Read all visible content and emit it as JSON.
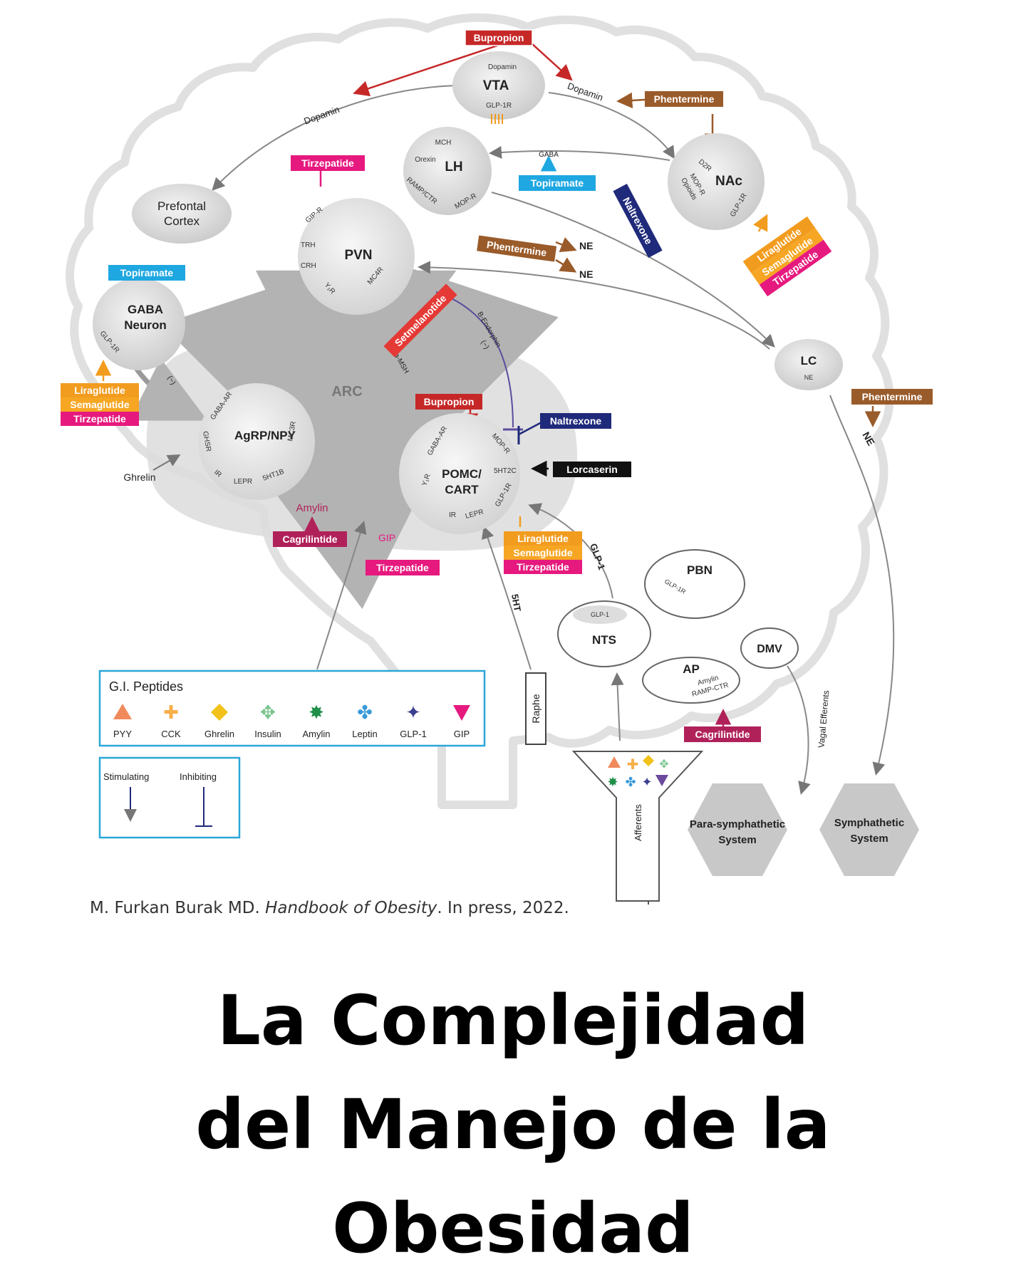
{
  "nodes": {
    "vta": {
      "name": "VTA",
      "sub1": "Dopamin",
      "sub2": "GLP-1R"
    },
    "lh": {
      "name": "LH",
      "mch": "MCH",
      "orexin": "Orexin",
      "ramp": "RAMP/CTR",
      "mop": "MOP-R"
    },
    "nac": {
      "name": "NAc",
      "d2r": "D2R",
      "mop": "MOP-R",
      "opioids": "Opioids",
      "glp": "GLP-1R"
    },
    "pfc": {
      "line1": "Prefontal",
      "line2": "Cortex"
    },
    "pvn": {
      "name": "PVN",
      "gip": "GIP-R",
      "trh": "TRH",
      "crh": "CRH",
      "y1r": "Y₁R",
      "mc4r": "MC4R"
    },
    "gaba_neuron": {
      "line1": "GABA",
      "line2": "Neuron",
      "glp": "GLP-1R"
    },
    "lc": {
      "name": "LC",
      "sub": "NE"
    },
    "agrp": {
      "name": "AgRP/NPY",
      "gaba_ar": "GABA-AR",
      "ghsr": "GHSR",
      "mc3r": "MC3R",
      "ir": "IR",
      "lepr": "LEPR",
      "ht1b": "5HT1B"
    },
    "pomc": {
      "line1": "POMC/",
      "line2": "CART",
      "gaba_ar": "GABA-AR",
      "mop": "MOP-R",
      "ht2c": "5HT2C",
      "y1r": "Y₁R",
      "glp": "GLP-1R",
      "ir": "IR",
      "lepr": "LEPR"
    },
    "pbn": {
      "name": "PBN",
      "glp": "GLP-1R"
    },
    "nts": {
      "name": "NTS",
      "glp": "GLP-1"
    },
    "dmv": {
      "name": "DMV"
    },
    "ap": {
      "name": "AP",
      "amylin": "Amylin",
      "ramp": "RAMP-CTR"
    },
    "raphe": {
      "name": "Raphe"
    },
    "arc": {
      "name": "ARC"
    },
    "parasympathetic": {
      "line1": "Para-symphathetic",
      "line2": "System"
    },
    "sympathetic": {
      "line1": "Symphathetic",
      "line2": "System"
    }
  },
  "edge_labels": {
    "dopamin_left": "Dopamin",
    "dopamin_right": "Dopamin",
    "gaba_lh": "GABA",
    "ne_1": "NE",
    "ne_2": "NE",
    "ne_lc": "NE",
    "b_endorphin": "B-Endorphin",
    "minus_1": "(−)",
    "minus_2": "(−)",
    "a_msh": "a-MSH",
    "ghrelin": "Ghrelin",
    "amylin": "Amylin",
    "gip": "GIP",
    "glp1": "GLP-1",
    "fivehtt": "5HT",
    "vagal": "Vagal Efferents",
    "afferents": "Afferents"
  },
  "drugs": {
    "bupropion_top": "Bupropion",
    "phentermine_top": "Phentermine",
    "tirzepatide_pvn": "Tirzepatide",
    "topiramate_lh": "Topiramate",
    "naltrexone_nac": "Naltrexone",
    "phentermine_mid": "Phentermine",
    "topiramate_gaba": "Topiramate",
    "liraglutide_gaba": "Liraglutide",
    "semaglutide_gaba": "Semaglutide",
    "tirzepatide_gaba": "Tirzepatide",
    "liraglutide_nac": "Liraglutide",
    "semaglutide_nac": "Semaglutide",
    "tirzepatide_nac": "Tirzepatide",
    "setmelanotide": "Setmelanotide",
    "bupropion_pomc": "Bupropion",
    "naltrexone_pomc": "Naltrexone",
    "lorcaserin": "Lorcaserin",
    "phentermine_lc": "Phentermine",
    "cagrilintide_arc": "Cagrilintide",
    "tirzepatide_gip": "Tirzepatide",
    "liraglutide_pomc": "Liraglutide",
    "semaglutide_pomc": "Semaglutide",
    "tirzepatide_pomc": "Tirzepatide",
    "cagrilintide_ap": "Cagrilintide"
  },
  "legend": {
    "title": "G.I. Peptides",
    "items": [
      {
        "label": "PYY",
        "icon": "triangle-icon",
        "color": "#f08a5d"
      },
      {
        "label": "CCK",
        "icon": "cross-icon",
        "color": "#f6b04a"
      },
      {
        "label": "Ghrelin",
        "icon": "diamond-icon",
        "color": "#f2c21b"
      },
      {
        "label": "Insulin",
        "icon": "four-dot-icon",
        "color": "#79c48c"
      },
      {
        "label": "Amylin",
        "icon": "star-icon",
        "color": "#1f8f4a"
      },
      {
        "label": "Leptin",
        "icon": "clover-icon",
        "color": "#3a9ad9"
      },
      {
        "label": "GLP-1",
        "icon": "four-point-star-icon",
        "color": "#3b3f8f"
      },
      {
        "label": "GIP",
        "icon": "down-triangle-icon",
        "color": "#e6197e"
      }
    ],
    "stimulating": "Stimulating",
    "inhibiting": "Inhibiting"
  },
  "citation": {
    "author": "M. Furkan Burak MD.",
    "book": "Handbook of Obesity",
    "rest": "In press, 2022."
  },
  "title": {
    "line1": "La Complejidad",
    "line2": "del Manejo de la",
    "line3": "Obesidad"
  },
  "colors": {
    "bupropion": "#c62828",
    "phentermine": "#9a5b2a",
    "topiramate": "#1ea7e1",
    "tirzepatide": "#e6197e",
    "liraglutide": "#f29c1f",
    "semaglutide": "#f6a623",
    "naltrexone": "#1f2a7a",
    "lorcaserin": "#111111",
    "setmelanotide": "#e53935",
    "cagrilintide": "#b0215a",
    "legend_border": "#2aa7d8"
  }
}
